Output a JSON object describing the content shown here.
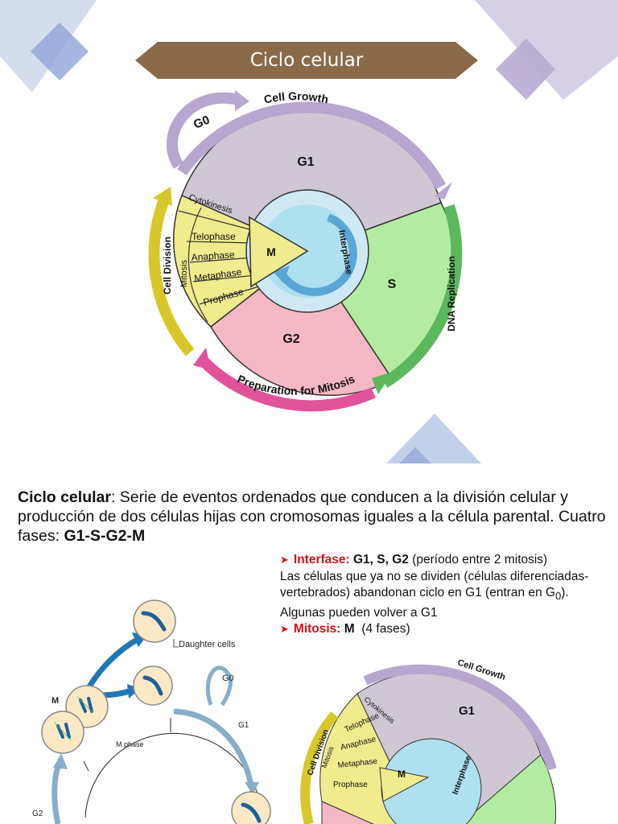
{
  "slide": {
    "title": "Ciclo celular",
    "wheel": {
      "g0": "G0",
      "cell_growth": "Cell Growth",
      "g1": "G1",
      "s": "S",
      "g2": "G2",
      "m": "M",
      "interphase": "Interphase",
      "dna_replication": "DNA Replication",
      "preparation": "Preparation for Mitosis",
      "cell_division": "Cell Division",
      "mitosis": "Mitosis",
      "phases": [
        "Cytokinesis",
        "Telophase",
        "Anaphase",
        "Metaphase",
        "Prophase"
      ]
    }
  },
  "text": {
    "intro_bold": "Ciclo celular",
    "intro_rest": ": Serie de eventos ordenados que conducen a la división celular y producción de dos células hijas con cromosomas iguales a la célula parental. Cuatro fases: ",
    "intro_phases": "G1-S-G2-M",
    "interfase_label": "Interfase:",
    "interfase_phases": "G1, S, G2",
    "interfase_note": "(período entre 2 mitosis)",
    "line2": "Las células que ya no se dividen (células diferenciadas-vertebrados) abandonan ciclo en G1 (entran en G",
    "line2_sub": "0",
    "line2_end": "). Algunas pueden volver a G1",
    "mitosis_label": "Mitosis:",
    "mitosis_phase": "M",
    "mitosis_note": "(4 fases)"
  },
  "diagram2": {
    "m": "M",
    "daughter_cells": "Daughter cells",
    "g0": "G0",
    "g1": "G1",
    "m_phase": "M phase",
    "g2": "G2"
  },
  "colors": {
    "banner": "#8b6a4a",
    "g1": "#cfc8d4",
    "s": "#b3eca0",
    "g2": "#f6b8c4",
    "m": "#f0ec8e",
    "mitosis_ring": "#e8e23c",
    "cell_growth_arrow": "#b7a6cf",
    "dna_arrow": "#5cb85c",
    "prep_arrow": "#e0539b",
    "division_arrow": "#d8c72a",
    "interphase_core": "#aee0f0"
  }
}
